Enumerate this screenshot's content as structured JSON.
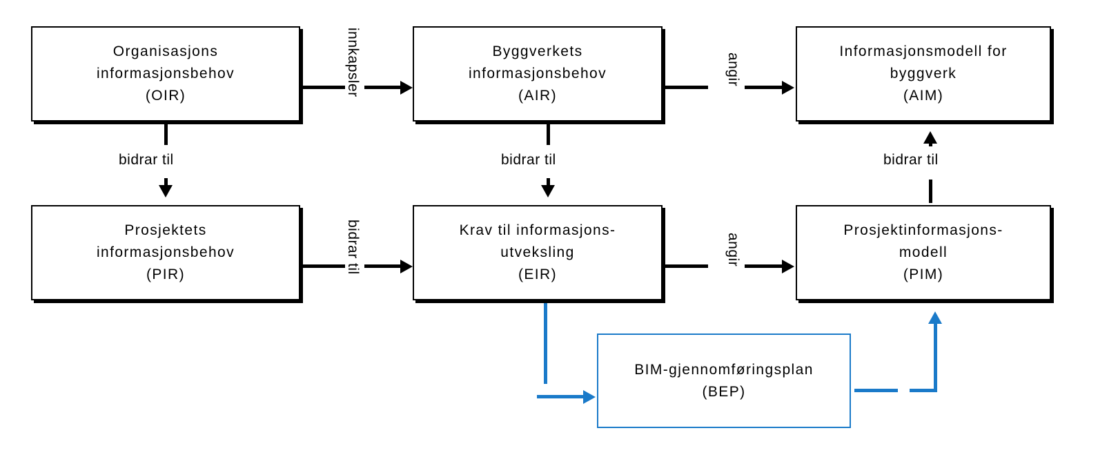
{
  "boxes": {
    "oir": {
      "line1": "Organisasjons",
      "line2": "informasjonsbehov",
      "line3": "(OIR)"
    },
    "air": {
      "line1": "Byggverkets",
      "line2": "informasjonsbehov",
      "line3": "(AIR)"
    },
    "aim": {
      "line1": "Informasjonsmodell for",
      "line2": "byggverk",
      "line3": "(AIM)"
    },
    "pir": {
      "line1": "Prosjektets",
      "line2": "informasjonsbehov",
      "line3": "(PIR)"
    },
    "eir": {
      "line1": "Krav til informasjons-",
      "line2": "utveksling",
      "line3": "(EIR)"
    },
    "pim": {
      "line1": "Prosjektinformasjons-",
      "line2": "modell",
      "line3": "(PIM)"
    },
    "bep": {
      "line1": "BIM-gjennomføringsplan",
      "line2": "(BEP)"
    }
  },
  "connectors": {
    "oir_air": "innkapsler",
    "air_aim": "angir",
    "oir_pir": "bidrar til",
    "air_eir": "bidrar til",
    "pim_aim": "bidrar til",
    "pir_eir": "bidrar til",
    "eir_pim": "angir"
  },
  "colors": {
    "line": "#000000",
    "bep_flow": "#1a7ac9"
  }
}
